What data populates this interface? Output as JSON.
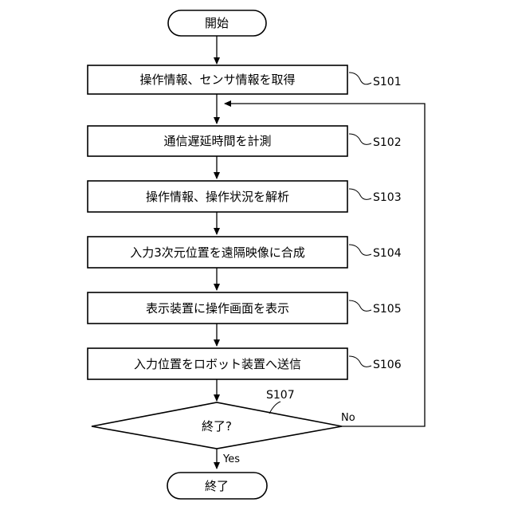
{
  "flowchart": {
    "start_label": "開始",
    "end_label": "終了",
    "steps": [
      {
        "label": "操作情報、センサ情報を取得",
        "id": "S101"
      },
      {
        "label": "通信遅延時間を計測",
        "id": "S102"
      },
      {
        "label": "操作情報、操作状況を解析",
        "id": "S103"
      },
      {
        "label": "入力3次元位置を遠隔映像に合成",
        "id": "S104"
      },
      {
        "label": "表示装置に操作画面を表示",
        "id": "S105"
      },
      {
        "label": "入力位置をロボット装置へ送信",
        "id": "S106"
      }
    ],
    "decision": {
      "label": "終了?",
      "id": "S107",
      "no_label": "No",
      "yes_label": "Yes"
    }
  }
}
